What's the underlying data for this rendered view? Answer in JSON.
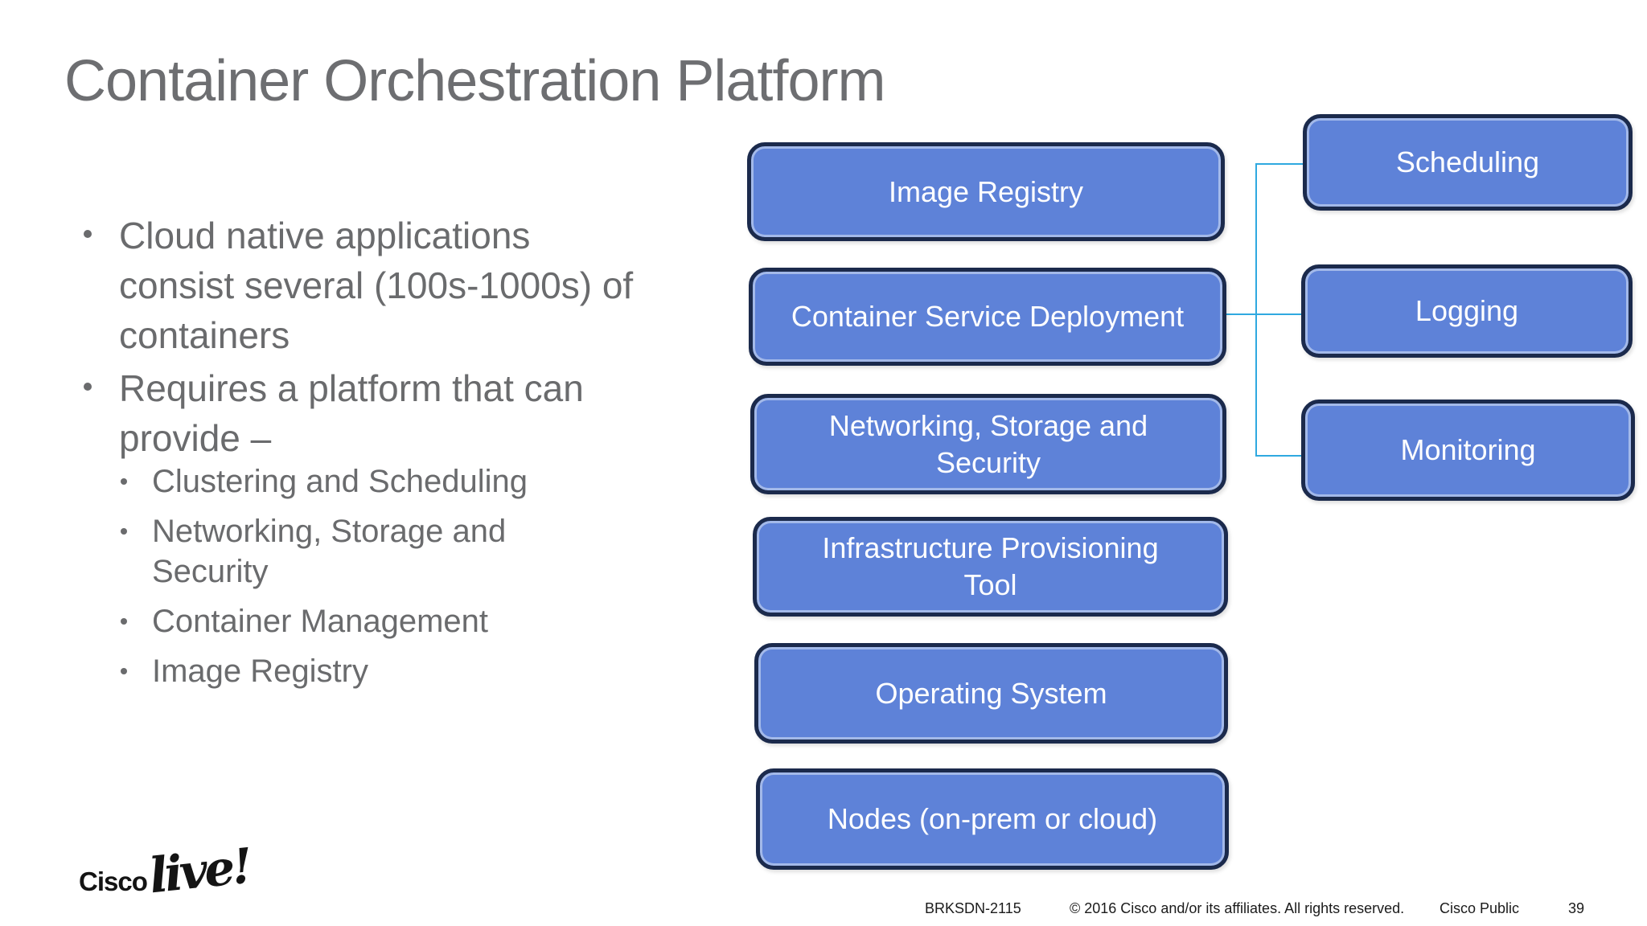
{
  "slide": {
    "title": "Container Orchestration Platform"
  },
  "left_panel": {
    "bullets": [
      {
        "lines": [
          "Cloud native applications",
          "consist several (100s-1000s) of",
          "containers"
        ]
      },
      {
        "lines": [
          "Requires a platform that can",
          "provide –"
        ]
      }
    ],
    "sub_bullets": [
      {
        "lines": [
          "Clustering and Scheduling",
          ""
        ]
      },
      {
        "lines": [
          "Networking, Storage and",
          "Security"
        ]
      },
      {
        "lines": [
          "Container Management",
          ""
        ]
      },
      {
        "lines": [
          "Image Registry",
          ""
        ]
      }
    ]
  },
  "diagram": {
    "stack_boxes": [
      {
        "lines": [
          "Image Registry",
          ""
        ]
      },
      {
        "lines": [
          "Container Service Deployment",
          ""
        ]
      },
      {
        "lines": [
          "Networking, Storage and",
          "Security"
        ]
      },
      {
        "lines": [
          "Infrastructure Provisioning",
          "Tool"
        ]
      },
      {
        "lines": [
          "Operating System",
          ""
        ]
      },
      {
        "lines": [
          "Nodes (on-prem or cloud)",
          ""
        ]
      }
    ],
    "side_boxes": [
      {
        "label": "Scheduling"
      },
      {
        "label": "Logging"
      },
      {
        "label": "Monitoring"
      }
    ],
    "colors": {
      "box_fill": "#5e82d8",
      "box_border": "#1b2a4c",
      "connector": "#2fa9e0",
      "box_text": "#ffffff"
    }
  },
  "footer": {
    "session_id": "BRKSDN-2115",
    "copyright": "© 2016  Cisco and/or its affiliates. All rights reserved.",
    "classification": "Cisco Public",
    "page_number": "39"
  },
  "logo": {
    "brand": "Cisco",
    "suffix": "live!"
  }
}
